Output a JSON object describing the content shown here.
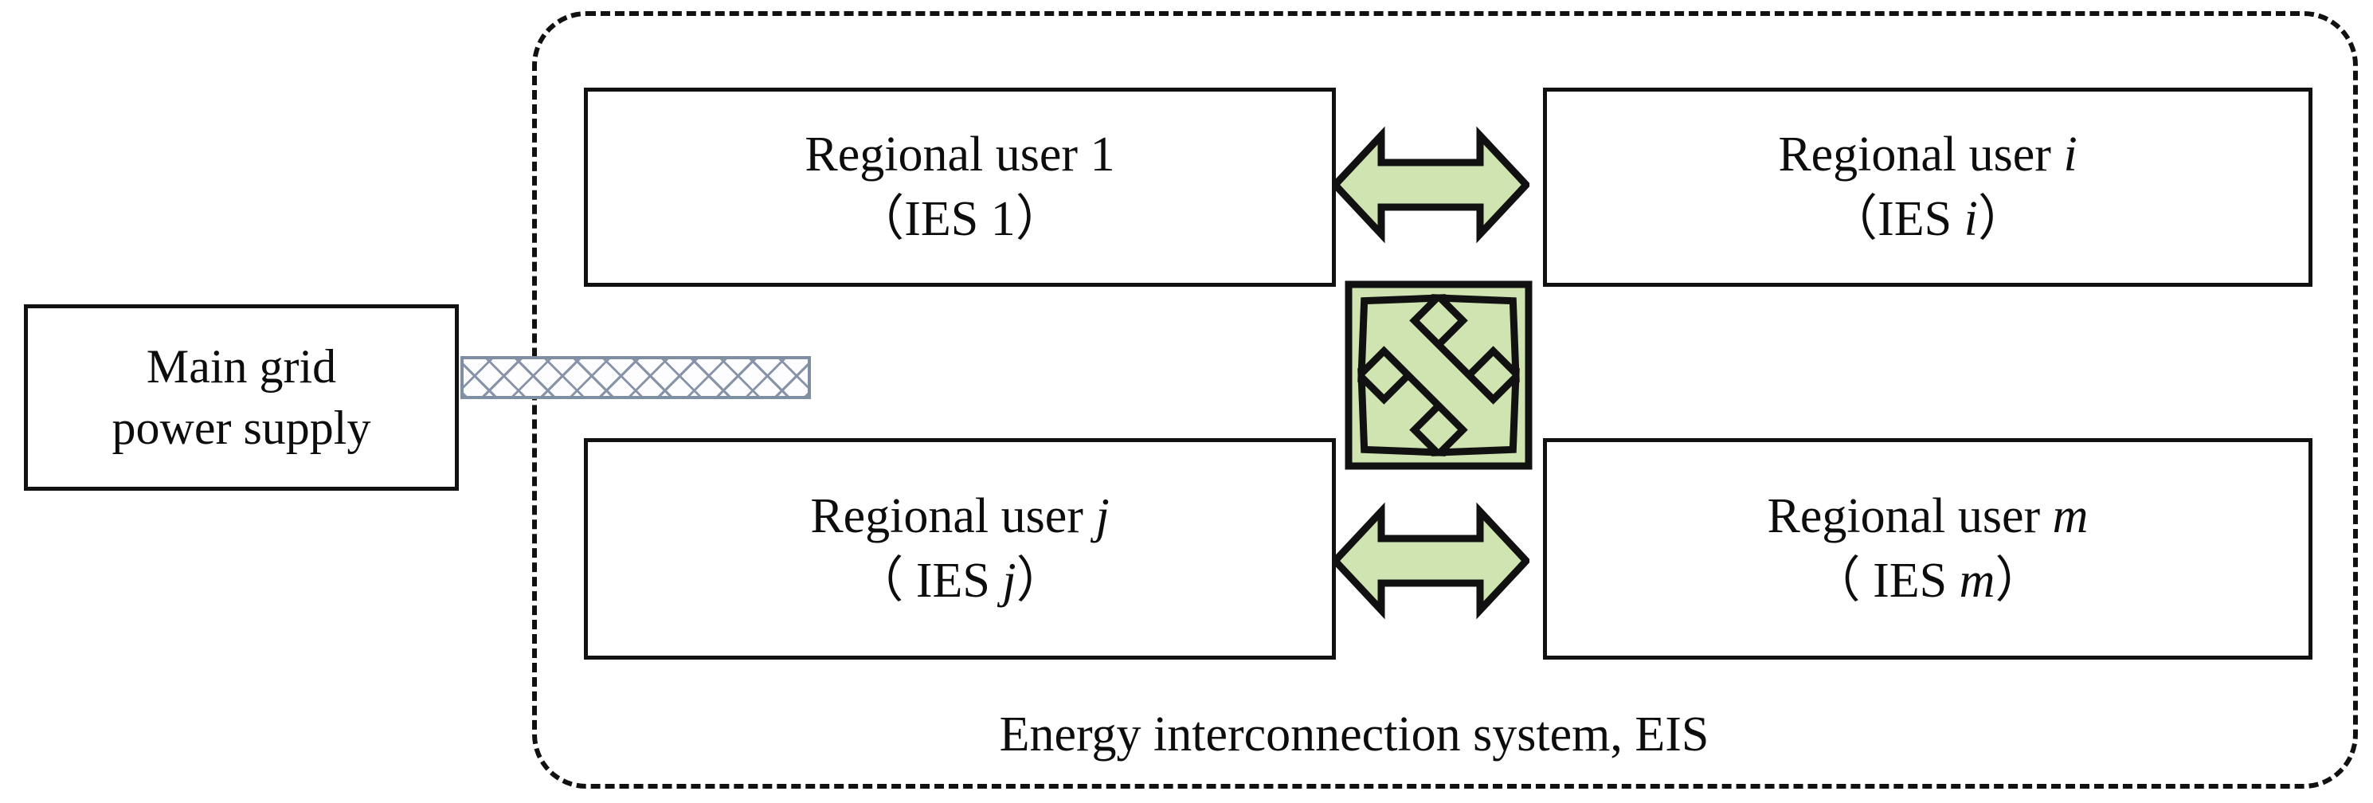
{
  "diagram": {
    "title_caption": "Energy interconnection system, EIS",
    "accent_green": "#cfe4b0",
    "outline_dark": "#111111",
    "link_blue": "#7e8ea3",
    "nodes": {
      "main_grid": {
        "line1": "Main grid",
        "line2": "power supply"
      },
      "user_1": {
        "line1_prefix": "Regional user ",
        "line1_index": "1",
        "line2_open": "（IES ",
        "line2_index": "1",
        "line2_close": "）"
      },
      "user_i": {
        "line1_prefix": "Regional user ",
        "line1_index": "i",
        "line2_open": "（IES ",
        "line2_index": "i",
        "line2_close": "）"
      },
      "user_j": {
        "line1_prefix": "Regional user ",
        "line1_index": "j",
        "line2_open": "（ IES ",
        "line2_index": "j",
        "line2_close": "）"
      },
      "user_m": {
        "line1_prefix": "Regional user ",
        "line1_index": "m",
        "line2_open": "（ IES ",
        "line2_index": "m",
        "line2_close": "）"
      }
    },
    "connectors": {
      "supply_link": "hatched-power-line",
      "arrow_top": "bidirectional-arrow",
      "arrow_bottom": "bidirectional-arrow",
      "arrow_cross": "crossed-bidirectional-arrows"
    }
  }
}
